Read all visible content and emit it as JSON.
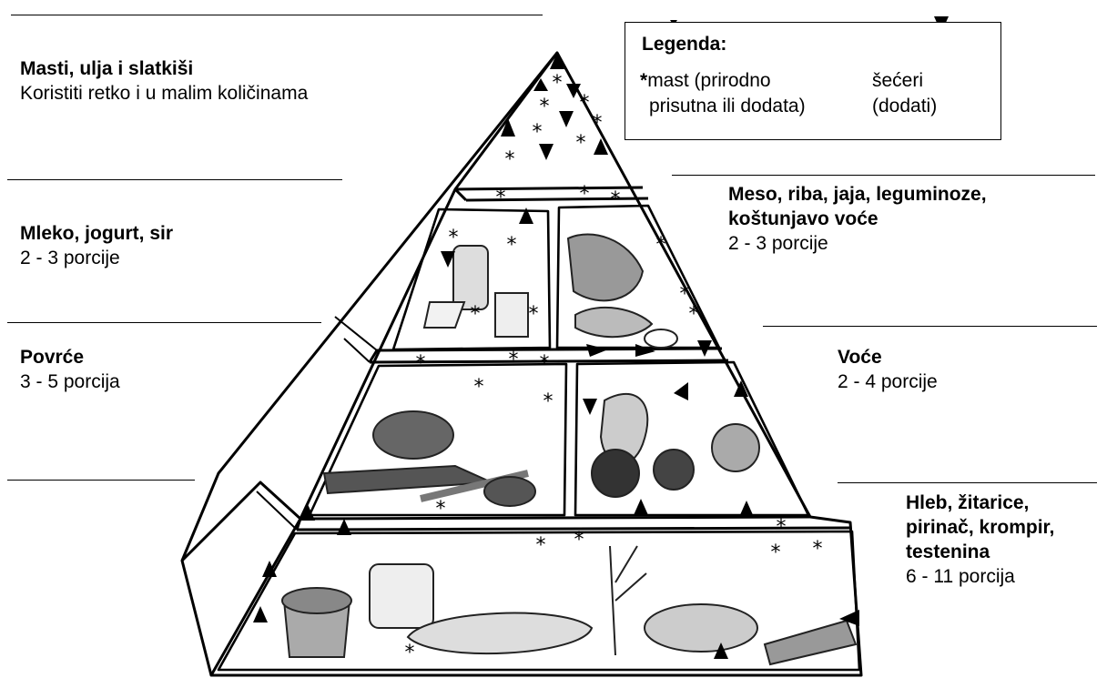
{
  "tiers": {
    "fats": {
      "title": "Masti, ulja i slatkiši",
      "subtitle": "Koristiti retko i u malim količinama"
    },
    "dairy": {
      "title": "Mleko, jogurt, sir",
      "subtitle": "2 - 3 porcije"
    },
    "protein": {
      "title_line1": "Meso, riba, jaja, leguminoze,",
      "title_line2": "koštunjavo voće",
      "subtitle": "2 - 3 porcije"
    },
    "vegetables": {
      "title": "Povrće",
      "subtitle": "3 - 5 porcija"
    },
    "fruit": {
      "title": "Voće",
      "subtitle": "2 - 4 porcije"
    },
    "grains": {
      "title_line1": "Hleb, žitarice,",
      "title_line2": "pirinač, krompir,",
      "title_line3": "testenina",
      "subtitle": "6 - 11 porcija"
    }
  },
  "legend": {
    "title": "Legenda:",
    "fat_symbol": "*",
    "fat_line1": "mast (prirodno",
    "fat_line2": "prisutna ili dodata)",
    "sugar_line1": "šećeri",
    "sugar_line2": "(dodati)"
  },
  "icons": {
    "fat_marker": "asterisk-icon",
    "sugar_marker": "triangle-icon"
  }
}
